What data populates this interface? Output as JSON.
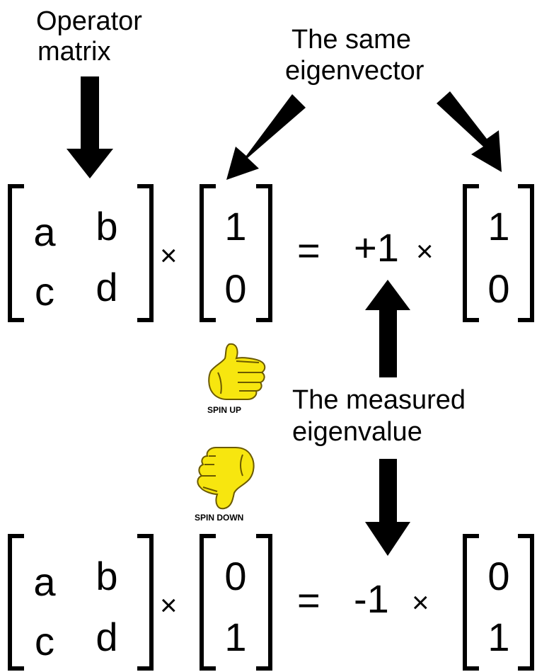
{
  "labels": {
    "operator_matrix": [
      "Operator",
      "matrix"
    ],
    "same_eigenvector": [
      "The same",
      "eigenvector"
    ],
    "measured_eigenvalue": [
      "The measured",
      "eigenvalue"
    ],
    "spin_up": "SPIN UP",
    "spin_down": "SPIN DOWN"
  },
  "equation_top": {
    "matrix": [
      [
        "a",
        "b"
      ],
      [
        "c",
        "d"
      ]
    ],
    "times": "×",
    "vector": [
      "1",
      "0"
    ],
    "equals": "=",
    "eigenvalue": "+1",
    "result_vector": [
      "1",
      "0"
    ]
  },
  "equation_bottom": {
    "matrix": [
      [
        "a",
        "b"
      ],
      [
        "c",
        "d"
      ]
    ],
    "times": "×",
    "vector": [
      "0",
      "1"
    ],
    "equals": "=",
    "eigenvalue": "-1",
    "result_vector": [
      "0",
      "1"
    ]
  },
  "colors": {
    "ink": "#000000",
    "hand_fill": "#f7e60f",
    "hand_outline": "#6b5a00"
  },
  "icons": [
    "thumbs-up-icon",
    "thumbs-down-icon"
  ]
}
